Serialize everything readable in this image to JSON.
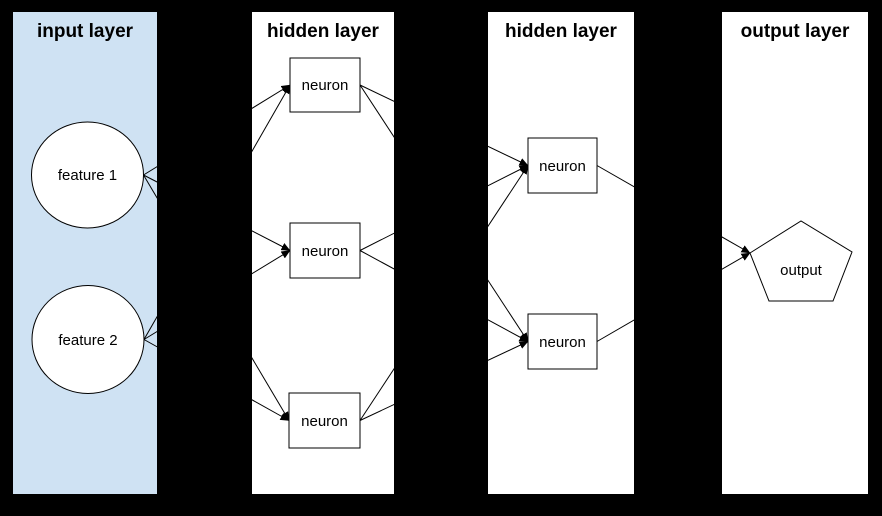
{
  "diagram": {
    "type": "neural-network-layer-diagram",
    "background": "#000000",
    "edge_color": "#000000",
    "node_fill": "#ffffff",
    "layers": [
      {
        "title": "input layer",
        "fill": "#cfe2f3",
        "nodes": [
          {
            "label": "feature 1",
            "shape": "circle"
          },
          {
            "label": "feature 2",
            "shape": "circle"
          }
        ]
      },
      {
        "title": "hidden layer",
        "fill": "#ffffff",
        "nodes": [
          {
            "label": "neuron",
            "shape": "rectangle"
          },
          {
            "label": "neuron",
            "shape": "rectangle"
          },
          {
            "label": "neuron",
            "shape": "rectangle"
          }
        ]
      },
      {
        "title": "hidden layer",
        "fill": "#ffffff",
        "nodes": [
          {
            "label": "neuron",
            "shape": "rectangle"
          },
          {
            "label": "neuron",
            "shape": "rectangle"
          }
        ]
      },
      {
        "title": "output layer",
        "fill": "#ffffff",
        "nodes": [
          {
            "label": "output",
            "shape": "pentagon"
          }
        ]
      }
    ],
    "edges": [
      {
        "from": "feature 1",
        "to": "hidden1 neuron 1"
      },
      {
        "from": "feature 1",
        "to": "hidden1 neuron 2"
      },
      {
        "from": "feature 1",
        "to": "hidden1 neuron 3"
      },
      {
        "from": "feature 2",
        "to": "hidden1 neuron 1"
      },
      {
        "from": "feature 2",
        "to": "hidden1 neuron 2"
      },
      {
        "from": "feature 2",
        "to": "hidden1 neuron 3"
      },
      {
        "from": "hidden1 neuron 1",
        "to": "hidden2 neuron 1"
      },
      {
        "from": "hidden1 neuron 1",
        "to": "hidden2 neuron 2"
      },
      {
        "from": "hidden1 neuron 2",
        "to": "hidden2 neuron 1"
      },
      {
        "from": "hidden1 neuron 2",
        "to": "hidden2 neuron 2"
      },
      {
        "from": "hidden1 neuron 3",
        "to": "hidden2 neuron 1"
      },
      {
        "from": "hidden1 neuron 3",
        "to": "hidden2 neuron 2"
      },
      {
        "from": "hidden2 neuron 1",
        "to": "output"
      },
      {
        "from": "hidden2 neuron 2",
        "to": "output"
      }
    ]
  }
}
